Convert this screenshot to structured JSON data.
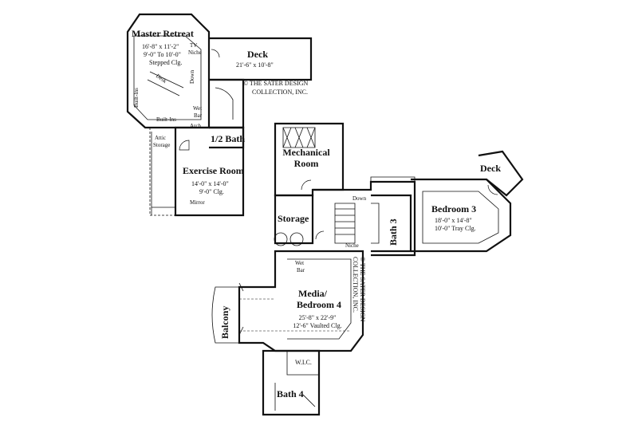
{
  "rooms": {
    "master_retreat": {
      "name": "Master Retreat",
      "dims": "16'-8\" x 11'-2\"",
      "ceiling": "9'-0\" To 10'-0\"",
      "ceiling2": "Stepped Clg."
    },
    "deck_top": {
      "name": "Deck",
      "dims": "21'-6\" x 10'-8\""
    },
    "exercise": {
      "name": "Exercise Room",
      "dims": "14'-0\" x 14'-0\"",
      "ceiling": "9'-0\" Clg."
    },
    "half_bath": {
      "name": "1/2 Bath"
    },
    "mechanical": {
      "name": "Mechanical",
      "name2": "Room"
    },
    "storage": {
      "name": "Storage"
    },
    "bedroom3": {
      "name": "Bedroom 3",
      "dims": "18'-0\" x 14'-8\"",
      "ceiling": "10'-0\" Tray Clg."
    },
    "deck_right": {
      "name": "Deck"
    },
    "bath3": {
      "name": "Bath 3"
    },
    "media": {
      "name": "Media/",
      "name2": "Bedroom 4",
      "dims": "25'-8\" x 22'-9\"",
      "ceiling": "12'-6\" Vaulted Clg."
    },
    "balcony": {
      "name": "Balcony"
    },
    "bath4": {
      "name": "Bath 4"
    },
    "wic": {
      "name": "W.I.C."
    }
  },
  "notes": {
    "tv": "TV",
    "niche": "Niche",
    "desk": "Desk",
    "down": "Down",
    "built_ins": "Built-Ins",
    "wet": "Wet",
    "bar": "Bar",
    "arch": "Arch",
    "attic": "Attic",
    "storage": "Storage",
    "mirror": "Mirror",
    "down2": "Down",
    "niche2": "Niche",
    "wet2": "Wet",
    "bar2": "Bar"
  },
  "copyright": {
    "line1": "© THE SATER DESIGN",
    "line2": "COLLECTION, INC.",
    "vertical": "© THE SATER DESIGN COLLECTION, INC."
  }
}
